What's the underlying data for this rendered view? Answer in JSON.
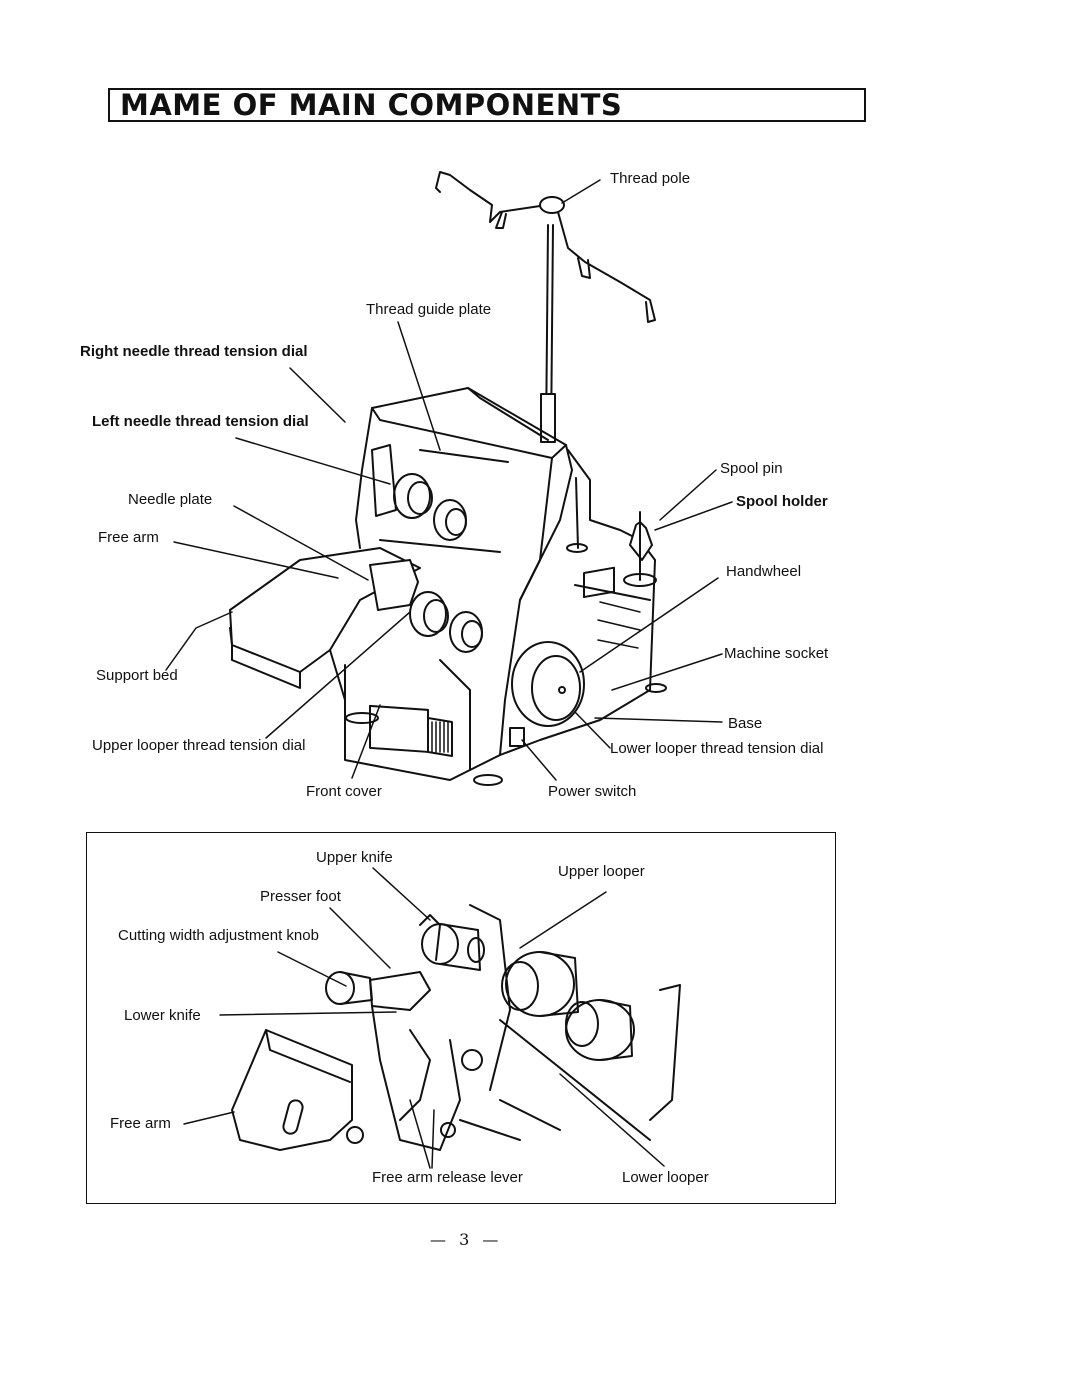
{
  "title": "MAME OF MAIN COMPONENTS",
  "main_figure": {
    "labels": {
      "thread_pole": "Thread pole",
      "thread_guide_plate": "Thread guide plate",
      "right_needle_dial": "Right needle thread tension dial",
      "left_needle_dial": "Left needle thread tension dial",
      "needle_plate": "Needle plate",
      "free_arm": "Free arm",
      "support_bed": "Support bed",
      "upper_looper_dial": "Upper looper thread tension dial",
      "front_cover": "Front cover",
      "power_switch": "Power switch",
      "spool_pin": "Spool pin",
      "spool_holder": "Spool holder",
      "handwheel": "Handwheel",
      "machine_socket": "Machine socket",
      "base": "Base",
      "lower_looper_dial": "Lower looper thread tension dial"
    }
  },
  "detail_figure": {
    "labels": {
      "upper_knife": "Upper knife",
      "upper_looper": "Upper looper",
      "presser_foot": "Presser foot",
      "cutting_width_knob": "Cutting width adjustment knob",
      "lower_knife": "Lower knife",
      "free_arm": "Free arm",
      "free_arm_release_lever": "Free arm release lever",
      "lower_looper": "Lower looper"
    }
  },
  "page_number": "— 3 —"
}
